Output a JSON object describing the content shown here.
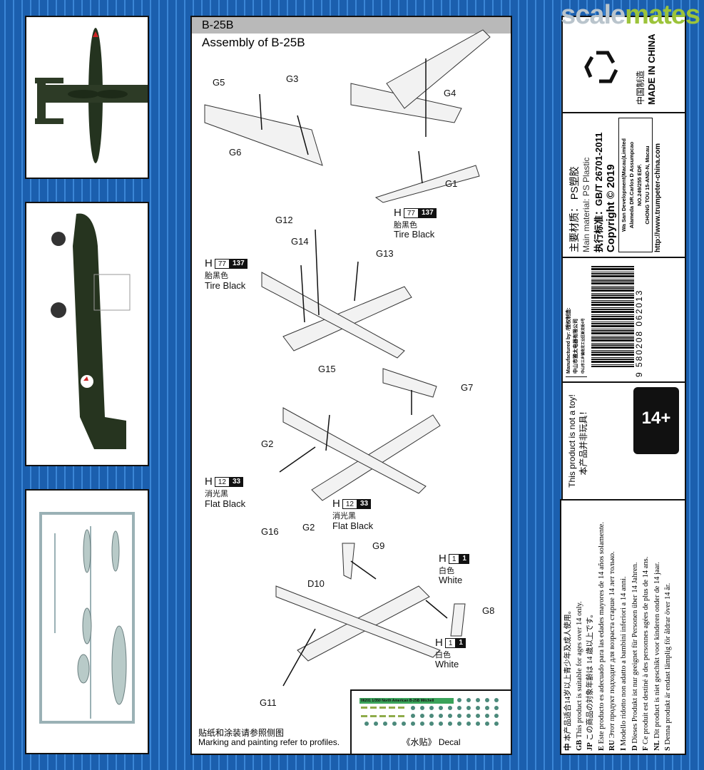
{
  "watermark": {
    "part1": "scale",
    "part2": "mates"
  },
  "header": {
    "title": "B-25B",
    "subtitle": "Assembly of B-25B"
  },
  "parts": [
    {
      "id": "G5"
    },
    {
      "id": "G3"
    },
    {
      "id": "G6"
    },
    {
      "id": "G4"
    },
    {
      "id": "G1"
    },
    {
      "id": "G12"
    },
    {
      "id": "G14"
    },
    {
      "id": "G13"
    },
    {
      "id": "G15"
    },
    {
      "id": "G7"
    },
    {
      "id": "G2"
    },
    {
      "id": "G16"
    },
    {
      "id": "G2"
    },
    {
      "id": "G9"
    },
    {
      "id": "D10"
    },
    {
      "id": "G8"
    },
    {
      "id": "G11"
    }
  ],
  "paints": [
    {
      "prefix": "H",
      "num": "77",
      "code": "137",
      "cn": "胎黑色",
      "en": "Tire Black"
    },
    {
      "prefix": "H",
      "num": "77",
      "code": "137",
      "cn": "胎黑色",
      "en": "Tire Black"
    },
    {
      "prefix": "H",
      "num": "12",
      "code": "33",
      "cn": "消光黑",
      "en": "Flat Black"
    },
    {
      "prefix": "H",
      "num": "12",
      "code": "33",
      "cn": "消光黑",
      "en": "Flat Black"
    },
    {
      "prefix": "H",
      "num": "1",
      "code": "1",
      "cn": "白色",
      "en": "White"
    },
    {
      "prefix": "H",
      "num": "1",
      "code": "1",
      "cn": "白色",
      "en": "White"
    }
  ],
  "footer": {
    "note_cn": "贴纸和涂装请参照侧图",
    "note_en": "Marking and painting refer to profiles."
  },
  "decal": {
    "sheet_title": "06201  1/350  North American B-25B Mitchell",
    "label": "《水贴》 Decal"
  },
  "right_panel": {
    "made_cn": "中国制造",
    "made_en": "MADE IN CHINA",
    "material_cn": "主要材质：  PS塑胶",
    "material_en": "Main material:  PS Plastic",
    "standard": "执行标准：GB/T 26701-2011",
    "copyright": "Copyright © 2019",
    "address": [
      "Wa San Development(Macau)Limited",
      "Alameda DR.Carlos D Assumpcao",
      "NO.249/255 EDF.",
      "CHONG TOU 15-AND-N, Macau"
    ],
    "url": "http://www.trumpeter-china.com",
    "manufacturer": [
      "Manufactured by: /授权制造:",
      "中山市雅太电器有限公司",
      "中山市三乡镇南龙工业区新龙街4号"
    ],
    "barcode": "9 580208 062013",
    "not_toy_en": "This product is not a toy!",
    "not_toy_cn": "本产品并非玩具！",
    "age": "14+",
    "warnings": [
      {
        "flag": "中",
        "text": "本产品适合14岁以上青少年及成人使用。"
      },
      {
        "flag": "GB",
        "text": "This product is suitable for ages over 14 only."
      },
      {
        "flag": "JP",
        "text": "この商品の対象年齢は 14 歳以上です。"
      },
      {
        "flag": "E",
        "text": "Este producto es adecuado para las edades mayores de 14 años solamente."
      },
      {
        "flag": "RU",
        "text": "Этот продукт подходит для возраста старше 14 лет только."
      },
      {
        "flag": "I",
        "text": "Modello ridotto non adatto a bambini inferiori a 14 anni."
      },
      {
        "flag": "D",
        "text": "Dieses Produkt  ist nur geeignet für Personen über 14 Jahren."
      },
      {
        "flag": "F",
        "text": "Ce produit est destiné à des personnes agées de plus de 14 ans."
      },
      {
        "flag": "NL",
        "text": "Dit product is niet geschikt voor kinderen onder de 14 jaar."
      },
      {
        "flag": "S",
        "text": "Denna produkt är endast lämplig för åldrar över 14 år."
      }
    ]
  }
}
